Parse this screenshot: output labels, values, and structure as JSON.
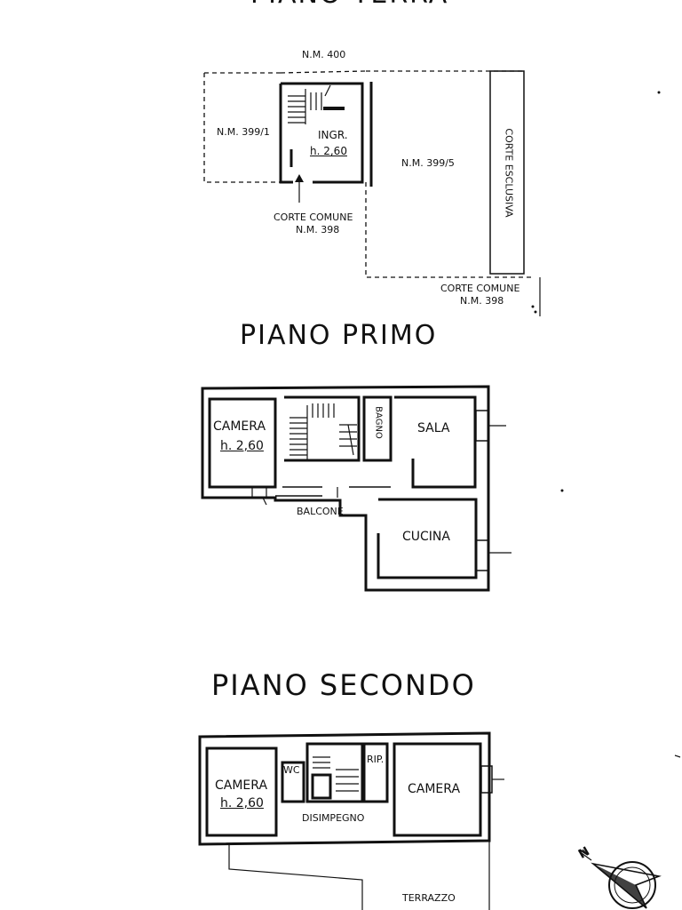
{
  "floors": {
    "terra": {
      "title": "PIANO TERRA",
      "nm_400": "N.M. 400",
      "nm_399_1": "N.M. 399/1",
      "nm_399_5": "N.M. 399/5",
      "ingr": "INGR.",
      "ingr_h": "h. 2,60",
      "corte_comune_1": "CORTE COMUNE",
      "nm_398_1": "N.M. 398",
      "corte_esclusiva": "CORTE ESCLUSIVA",
      "corte_comune_2": "CORTE COMUNE",
      "nm_398_2": "N.M. 398"
    },
    "primo": {
      "title": "PIANO PRIMO",
      "camera": "CAMERA",
      "camera_h": "h. 2,60",
      "bagno": "BAGNO",
      "sala": "SALA",
      "balcone": "BALCONE",
      "cucina": "CUCINA"
    },
    "secondo": {
      "title": "PIANO SECONDO",
      "camera_left": "CAMERA",
      "camera_left_h": "h. 2,60",
      "wc": "WC",
      "rip": "RIP.",
      "camera_right": "CAMERA",
      "disimpegno": "DISIMPEGNO",
      "terrazzo": "TERRAZZO"
    }
  },
  "compass": {
    "label": "N",
    "icon": "north-arrow-icon"
  }
}
